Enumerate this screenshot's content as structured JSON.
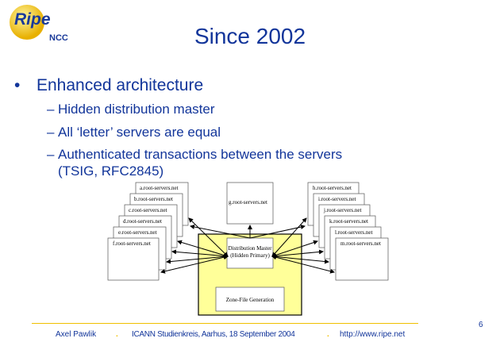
{
  "logo": {
    "text": "Ripe",
    "sub": "NCC"
  },
  "title": "Since 2002",
  "bullets": {
    "main": "Enhanced architecture",
    "subs": [
      "Hidden distribution master",
      "All ‘letter’ servers are equal",
      "Authenticated transactions between the servers",
      "(TSIG, RFC2845)"
    ]
  },
  "diagram": {
    "left": [
      "a.root-servers.net",
      "b.root-servers.net",
      "c.root-servers.net",
      "d.root-servers.net",
      "e.root-servers.net",
      "f.root-servers.net"
    ],
    "center": "g.root-servers.net",
    "right": [
      "h.root-servers.net",
      "i.root-servers.net",
      "j.root-servers.net",
      "k.root-servers.net",
      "l.root-servers.net",
      "m.root-servers.net"
    ],
    "master": [
      "Distribution Master",
      "(Hidden Primary)"
    ],
    "zone": "Zone-File Generation"
  },
  "footer": {
    "author": "Axel Pawlik",
    "event": "ICANN Studienkreis, Aarhus, 18 September 2004",
    "url": "http://www.ripe.net",
    "page": "6"
  },
  "colors": {
    "title": "#12359a",
    "accent": "#f0c000",
    "yellow": "#ffff99"
  }
}
